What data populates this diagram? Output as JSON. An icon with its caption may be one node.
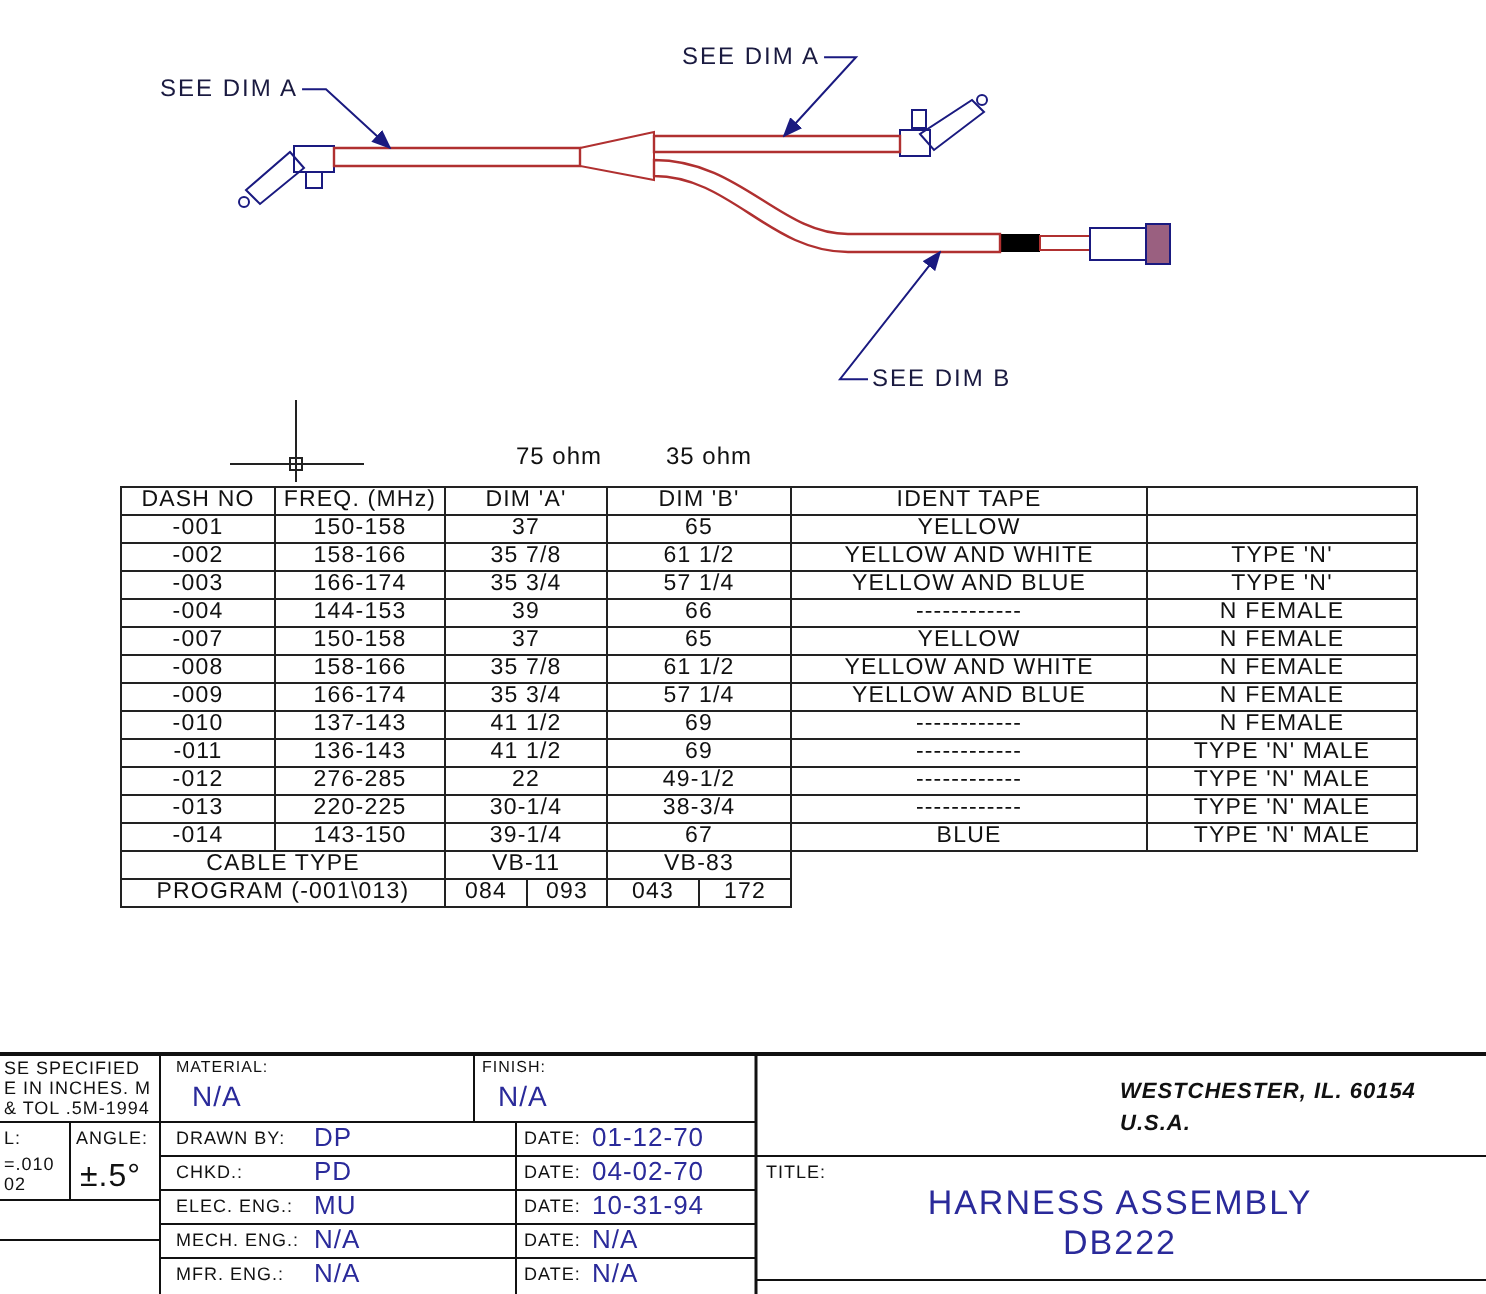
{
  "diagram": {
    "nodes": [
      {
        "text": [
          "SEE DIM A"
        ]
      },
      {
        "text": [
          "SEE DIM A"
        ]
      },
      {
        "text": [
          "SEE DIM B"
        ]
      },
      {
        "text": [],
        "shape": "cable"
      },
      {
        "text": [],
        "shape": "cable"
      },
      {
        "text": [],
        "shape": "cable"
      }
    ],
    "edges": [
      {
        "from": 0,
        "to": 3,
        "arrow": "to"
      },
      {
        "from": 1,
        "to": 4,
        "arrow": "to"
      },
      {
        "from": 2,
        "to": 5,
        "arrow": "to"
      }
    ],
    "labels": [
      "75 ohm",
      "35 ohm",
      "DASH NO",
      "FREQ. (MHz)",
      "DIM 'A'",
      "DIM 'B'",
      "IDENT TAPE",
      "-001",
      "150-158",
      "37",
      "65",
      "YELLOW",
      "-002",
      "158-166",
      "35 7/8",
      "61 1/2",
      "YELLOW AND WHITE",
      "TYPE 'N'",
      "-003",
      "166-174",
      "35 3/4",
      "57 1/4",
      "YELLOW AND BLUE",
      "TYPE 'N'",
      "-004",
      "144-153",
      "39",
      "66",
      "------------",
      "N FEMALE",
      "-007",
      "150-158",
      "37",
      "65",
      "YELLOW",
      "N FEMALE",
      "-008",
      "158-166",
      "35 7/8",
      "61 1/2",
      "YELLOW AND WHITE",
      "N FEMALE",
      "-009",
      "166-174",
      "35 3/4",
      "57 1/4",
      "YELLOW AND BLUE",
      "N FEMALE",
      "-010",
      "137-143",
      "41 1/2",
      "69",
      "------------",
      "N FEMALE",
      "-011",
      "136-143",
      "41 1/2",
      "69",
      "------------",
      "TYPE 'N' MALE",
      "-012",
      "276-285",
      "22",
      "49-1/2",
      "------------",
      "TYPE 'N' MALE",
      "-013",
      "220-225",
      "30-1/4",
      "38-3/4",
      "------------",
      "TYPE 'N' MALE",
      "-014",
      "143-150",
      "39-1/4",
      "67",
      "BLUE",
      "TYPE 'N' MALE",
      "CABLE TYPE",
      "VB-11",
      "VB-83",
      "PROGRAM (-001\\013)",
      "084",
      "093",
      "043",
      "172",
      "SE SPECIFIED E IN INCHES. M & TOL .5M-1994",
      "MATERIAL:",
      "N/A",
      "FINISH:",
      "N/A",
      "WESTCHESTER, IL. 60154",
      "U.S.A.",
      "L:",
      "ANGLE:",
      "DRAWN BY:",
      "DP",
      "DATE:",
      "01-12-70",
      "=.010 02",
      "±.5°",
      "CHKD.:",
      "PD",
      "DATE:",
      "04-02-70",
      "TITLE:",
      "ELEC. ENG.:",
      "MU",
      "DATE:",
      "10-31-94",
      "HARNESS ASSEMBLY",
      "DB222",
      "MECH. ENG.:",
      "N/A",
      "DATE:",
      "N/A",
      "MFR. ENG.:",
      "N/A",
      "DATE:",
      "N/A"
    ]
  }
}
